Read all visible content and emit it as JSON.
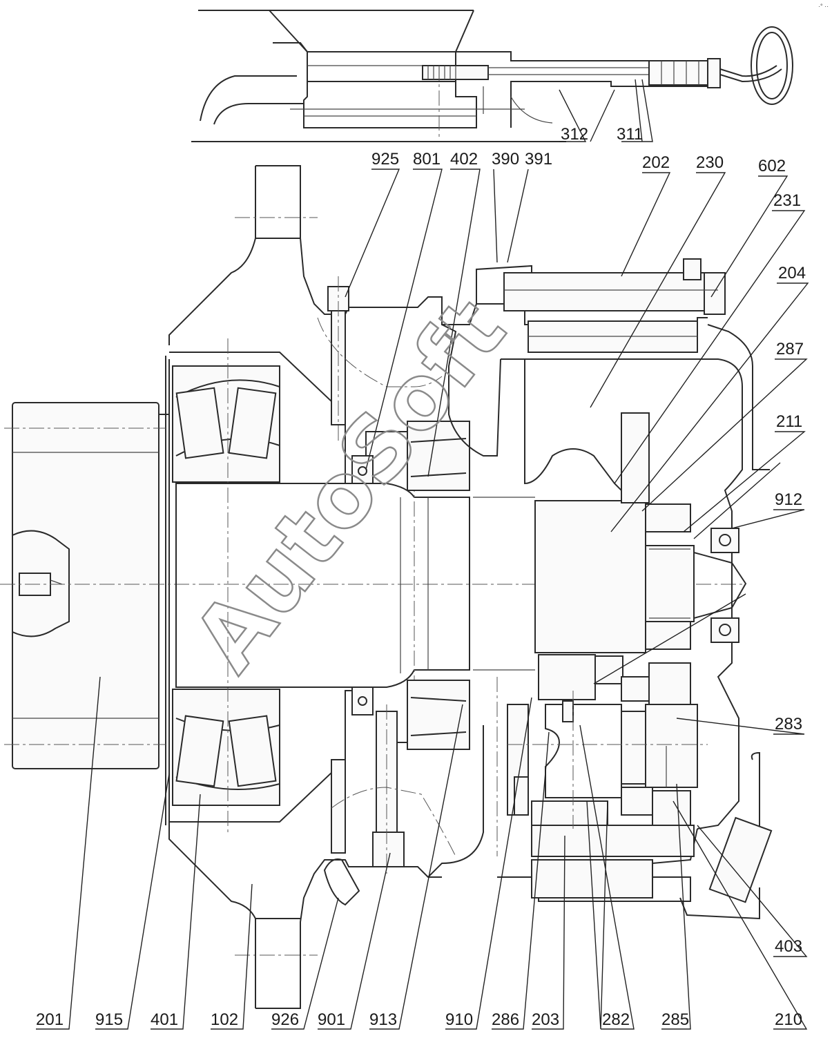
{
  "drawing": {
    "watermark": "AutoSoft",
    "corner_note": "·° ··"
  },
  "labels": {
    "top": {
      "312": "312",
      "311": "311",
      "925": "925",
      "801": "801",
      "402": "402",
      "390": "390",
      "391": "391",
      "202": "202",
      "230": "230",
      "602": "602",
      "231": "231",
      "204": "204",
      "287": "287",
      "211": "211",
      "912": "912",
      "283": "283",
      "403": "403"
    },
    "bottom": {
      "201": "201",
      "915": "915",
      "401": "401",
      "102": "102",
      "926": "926",
      "901": "901",
      "913": "913",
      "910": "910",
      "286": "286",
      "203": "203",
      "282": "282",
      "285": "285",
      "210": "210"
    }
  }
}
